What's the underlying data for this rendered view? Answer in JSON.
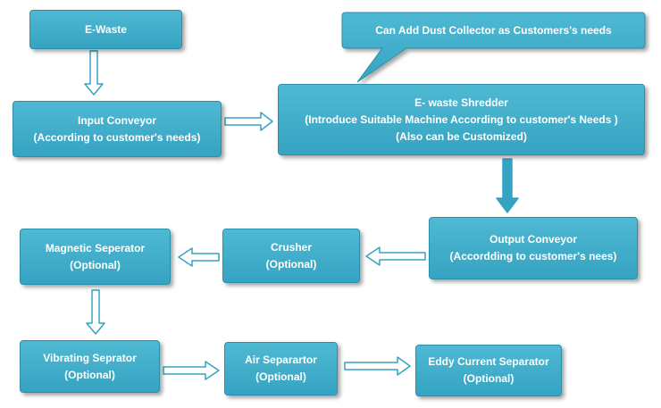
{
  "callout": {
    "text": "Can Add Dust Collector as Customers's needs"
  },
  "nodes": {
    "ewaste": {
      "line1": "E-Waste"
    },
    "input": {
      "line1": "Input Conveyor",
      "line2": "(According to customer's needs)"
    },
    "shredder": {
      "line1": "E- waste Shredder",
      "line2": "(Introduce Suitable Machine According to customer's Needs )",
      "line3": "(Also can be Customized)"
    },
    "output": {
      "line1": "Output Conveyor",
      "line2": "(Accordding to customer's nees)"
    },
    "crusher": {
      "line1": "Crusher",
      "line2": "(Optional)"
    },
    "magnetic": {
      "line1": "Magnetic Seperator",
      "line2": "(Optional)"
    },
    "vibrating": {
      "line1": "Vibrating Seprator",
      "line2": "(Optional)"
    },
    "air": {
      "line1": "Air Separartor",
      "line2": "(Optional)"
    },
    "eddy": {
      "line1": "Eddy Current Separator",
      "line2": "(Optional)"
    }
  },
  "colors": {
    "box_fill": "#3aabc8",
    "box_border": "#2b8fab",
    "text": "#ffffff",
    "arrow_fill": "#ffffff",
    "arrow_stroke": "#35a3c2"
  }
}
